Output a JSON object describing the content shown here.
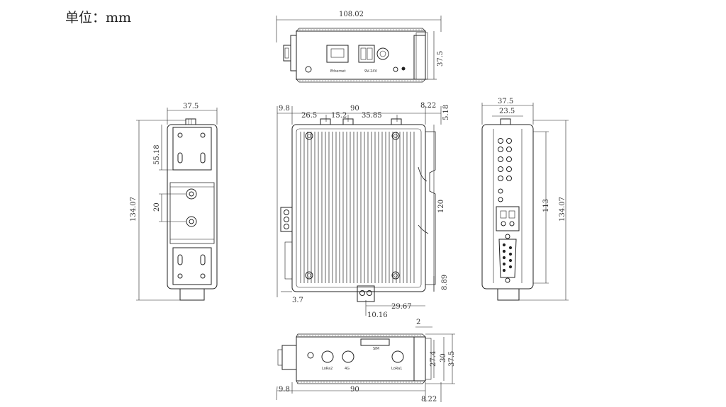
{
  "unit_label": "单位：mm",
  "port_labels": {
    "ethernet": "Ethernet",
    "power": "9V-24V",
    "lora2": "LoRa2",
    "g4": "4G",
    "lora1": "LoRa1",
    "sim": "SIM"
  },
  "dimensions": {
    "top_width": "108.02",
    "top_height": "37.5",
    "left_width": "37.5",
    "left_height": "134.07",
    "left_5518": "55.18",
    "left_20": "20",
    "front_98": "9.8",
    "front_90": "90",
    "front_822": "8.22",
    "front_265": "26.5",
    "front_152": "15.2",
    "front_3585": "35.85",
    "front_518": "5.18",
    "front_120": "120",
    "front_889": "8.89",
    "front_37": "3.7",
    "front_2967": "29.67",
    "front_1016": "10.16",
    "right_width": "37.5",
    "right_inner": "23.5",
    "right_113": "113",
    "right_height": "134.07",
    "bottom_2": "2",
    "bottom_274": "27.4",
    "bottom_30": "30",
    "bottom_375": "37.5",
    "bottom_98": "9.8",
    "bottom_90": "90",
    "bottom_822": "8.22"
  }
}
